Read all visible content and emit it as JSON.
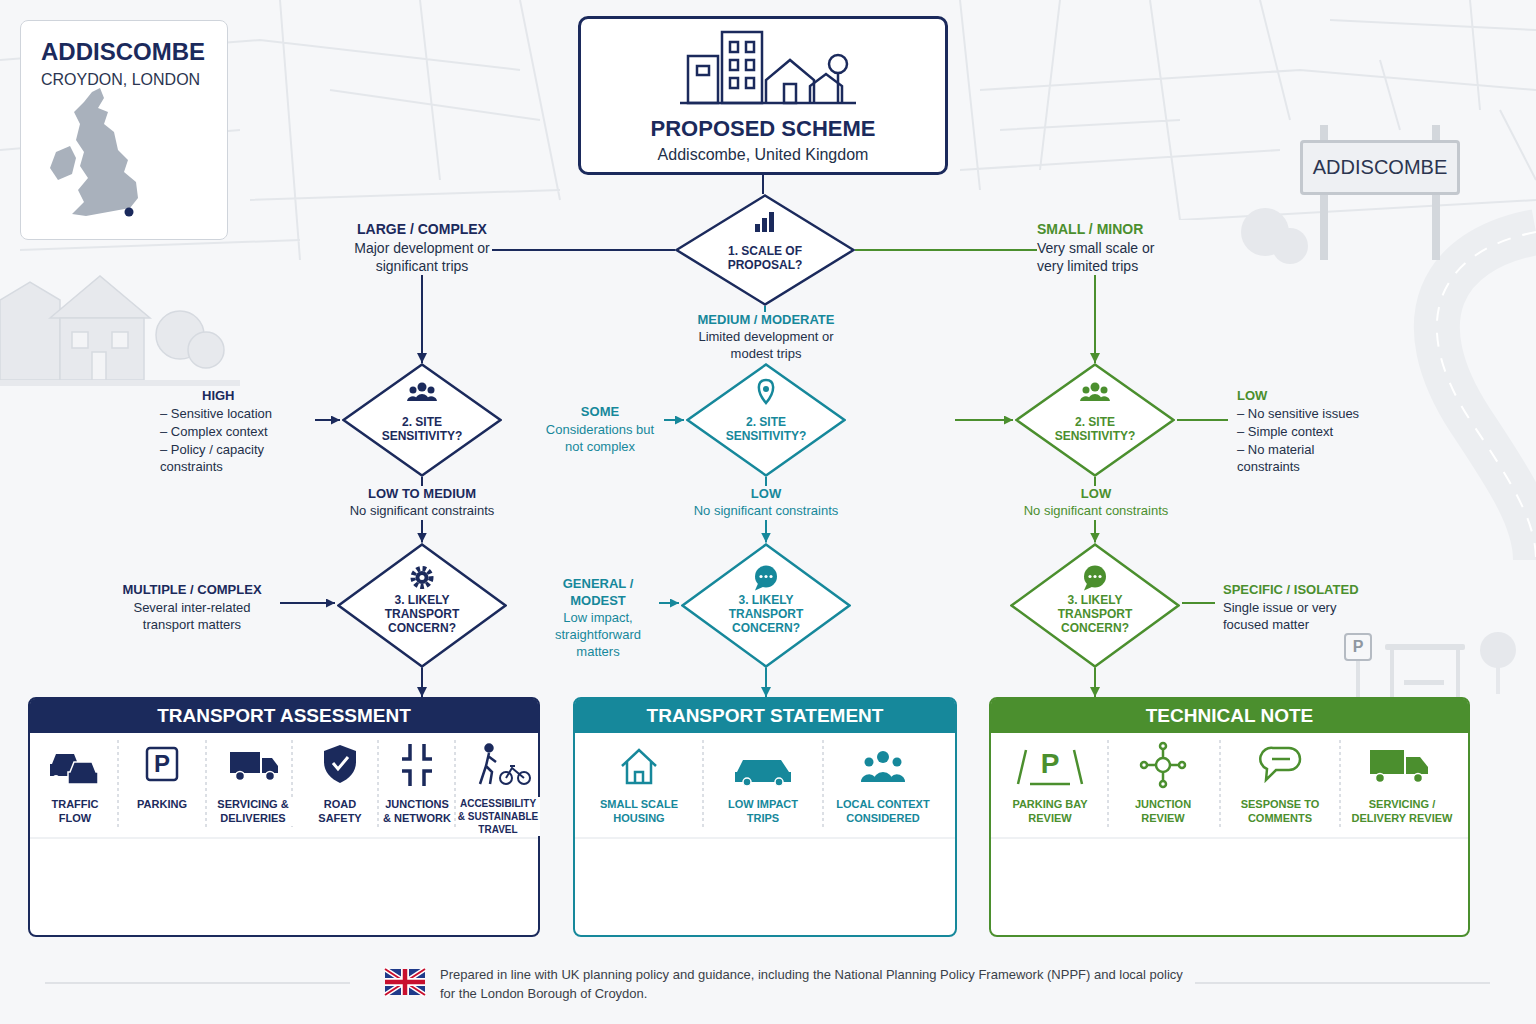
{
  "diagram": {
    "nodes": [
      {
        "text": [
          "ADDISCOMBE",
          "CROYDON, LONDON"
        ]
      },
      {
        "text": [
          "PROPOSED SCHEME",
          "Addiscombe, United Kingdom"
        ]
      },
      {
        "text": [
          "ADDISCOMBE"
        ]
      },
      {
        "text": [
          "1. SCALE OF PROPOSAL?"
        ]
      },
      {
        "text": [
          "2. SITE SENSITIVITY?"
        ]
      },
      {
        "text": [
          "2. SITE SENSITIVITY?"
        ]
      },
      {
        "text": [
          "2. SITE SENSITIVITY?"
        ]
      },
      {
        "text": [
          "3. LIKELY TRANSPORT CONCERN?"
        ]
      },
      {
        "text": [
          "3. LIKELY TRANSPORT CONCERN?"
        ]
      },
      {
        "text": [
          "3. LIKELY TRANSPORT CONCERN?"
        ]
      },
      {
        "text": [
          "TRANSPORT ASSESSMENT"
        ]
      },
      {
        "text": [
          "TRANSPORT STATEMENT"
        ]
      },
      {
        "text": [
          "TECHNICAL NOTE"
        ]
      }
    ],
    "edges": [
      {
        "from": 1,
        "to": 3,
        "arrow": "none"
      },
      {
        "from": 3,
        "to": 4,
        "arrow": "to"
      },
      {
        "from": 3,
        "to": 5,
        "arrow": "to"
      },
      {
        "from": 3,
        "to": 6,
        "arrow": "to"
      },
      {
        "from": 4,
        "to": 7,
        "arrow": "to"
      },
      {
        "from": 5,
        "to": 8,
        "arrow": "to"
      },
      {
        "from": 6,
        "to": 9,
        "arrow": "to"
      },
      {
        "from": 7,
        "to": 10,
        "arrow": "to"
      },
      {
        "from": 8,
        "to": 11,
        "arrow": "to"
      },
      {
        "from": 9,
        "to": 12,
        "arrow": "to"
      }
    ],
    "labels": [
      "LARGE / COMPLEX",
      "Major development or significant trips",
      "MEDIUM / MODERATE",
      "Limited development or modest trips",
      "SMALL / MINOR",
      "Very small scale or very limited trips",
      "HIGH",
      "– Sensitive location",
      "– Complex context",
      "– Policy / capacity constraints",
      "SOME",
      "Considerations but not complex",
      "LOW",
      "– No sensitive issues",
      "– Simple context",
      "– No material constraints",
      "LOW TO MEDIUM",
      "No significant constraints",
      "LOW",
      "No significant constraints",
      "LOW",
      "No significant constraints",
      "MULTIPLE / COMPLEX",
      "Several inter-related transport matters",
      "GENERAL / MODEST",
      "Low impact, straightforward matters",
      "SPECIFIC / ISOLATED",
      "Single issue or very focused matter",
      "TRAFFIC FLOW",
      "PARKING",
      "SERVICING & DELIVERIES",
      "ROAD SAFETY",
      "JUNCTIONS & NETWORK",
      "ACCESSIBILITY & SUSTAINABLE TRAVEL",
      "SMALL SCALE HOUSING",
      "LOW IMPACT TRIPS",
      "LOCAL CONTEXT CONSIDERED",
      "PARKING BAY REVIEW",
      "JUNCTION REVIEW",
      "SESPONSE TO COMMENTS",
      "SERVICING / DELIVERY REVIEW",
      "Prepared in line with UK planning policy and guidance, including the National Planning Policy Framework (NPPF) and local policy for the London Borough of Croydon.",
      "P",
      "P",
      "P"
    ]
  }
}
